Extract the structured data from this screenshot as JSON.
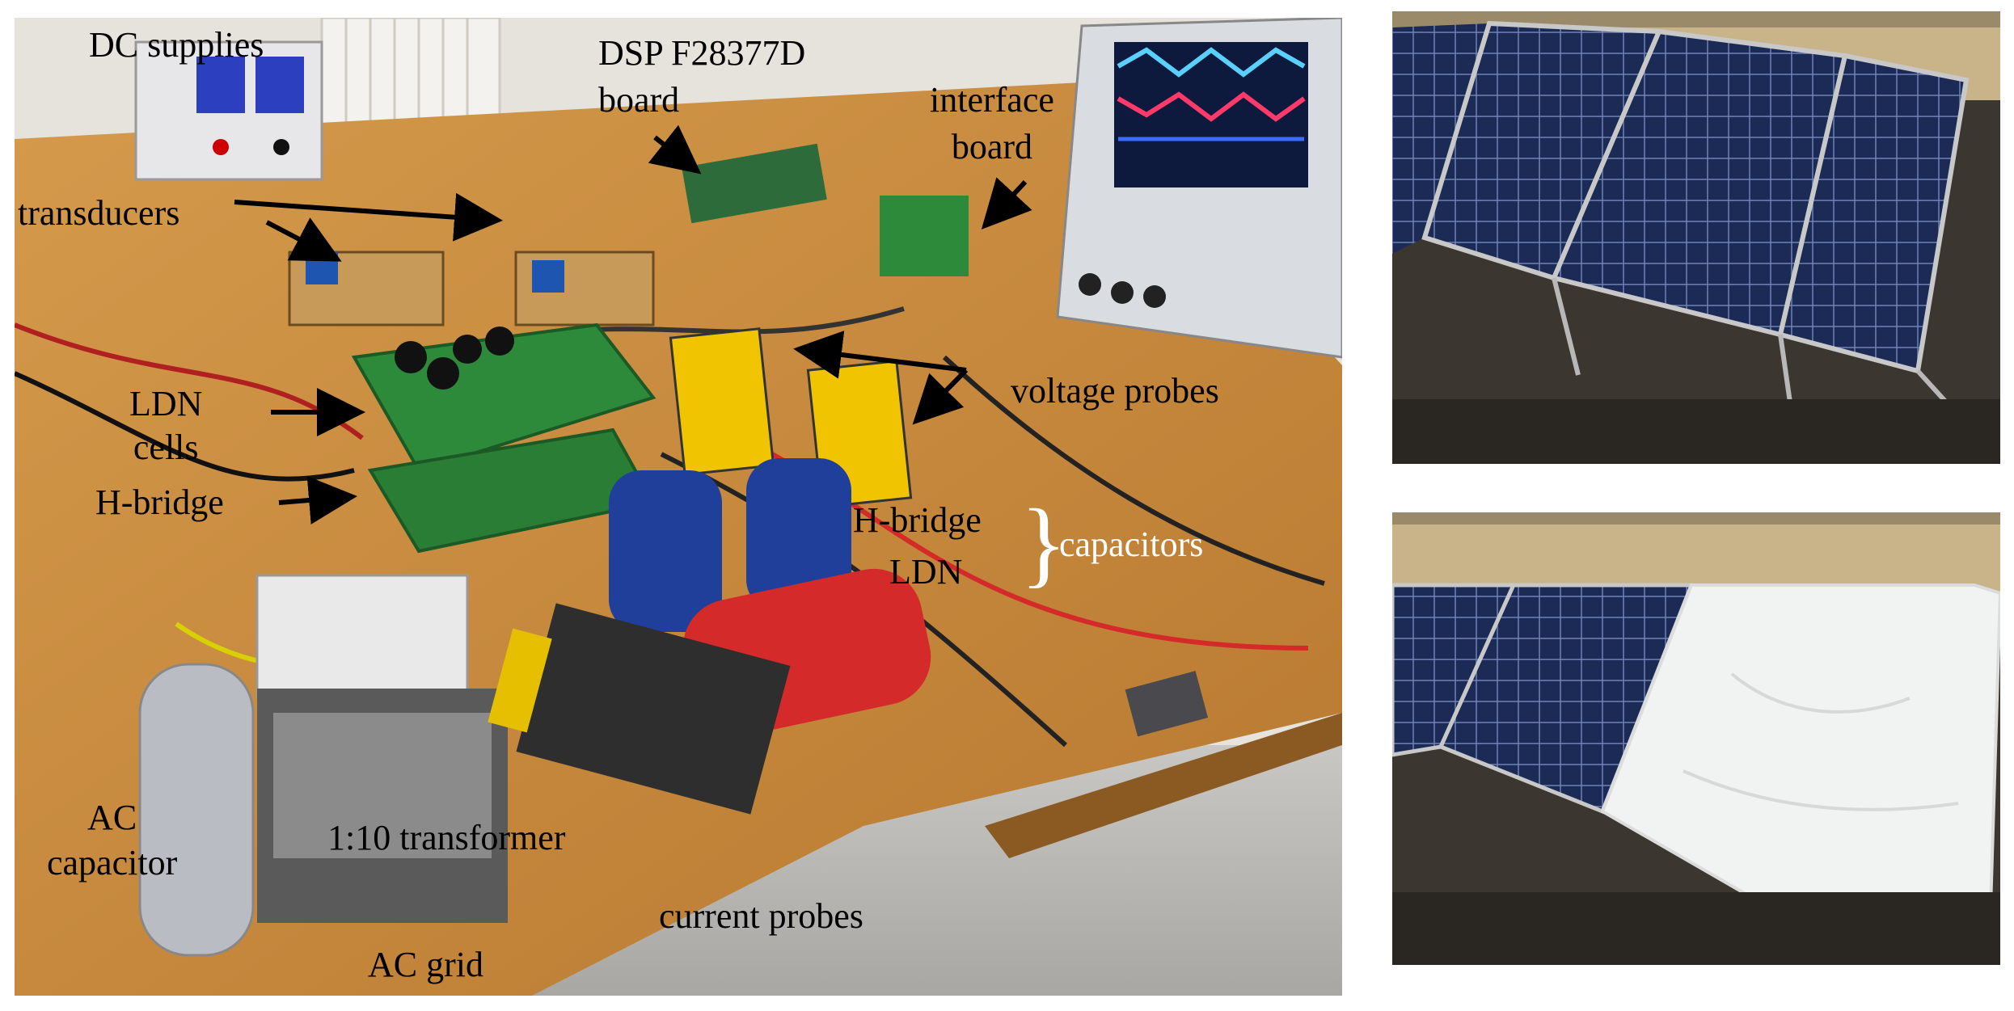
{
  "labels": {
    "dc_supplies": "DC supplies",
    "dsp_line1": "DSP F28377D",
    "dsp_line2": "board",
    "interface_line1": "interface",
    "interface_line2": "board",
    "transducers": "transducers",
    "ldn_line1": "LDN",
    "ldn_line2": "cells",
    "hbridge": "H-bridge",
    "voltage_probes": "voltage probes",
    "cap_hbridge": "H-bridge",
    "cap_ldn": "LDN",
    "brace": "}",
    "capacitors": "capacitors",
    "ac_cap_line1": "AC",
    "ac_cap_line2": "capacitor",
    "transformer": "1:10 transformer",
    "current_probes": "current probes",
    "ac_grid": "AC grid"
  },
  "colors": {
    "table": "#c8883a",
    "pcb": "#2d8a3a",
    "cap_blue": "#1f3f9a",
    "cap_red": "#d42a2a",
    "scope": "#d9dce0",
    "panel": "#1b2b55",
    "sky_wall": "#c9b48a",
    "roof": "#3b3630",
    "cloth": "#f1f2f2"
  }
}
